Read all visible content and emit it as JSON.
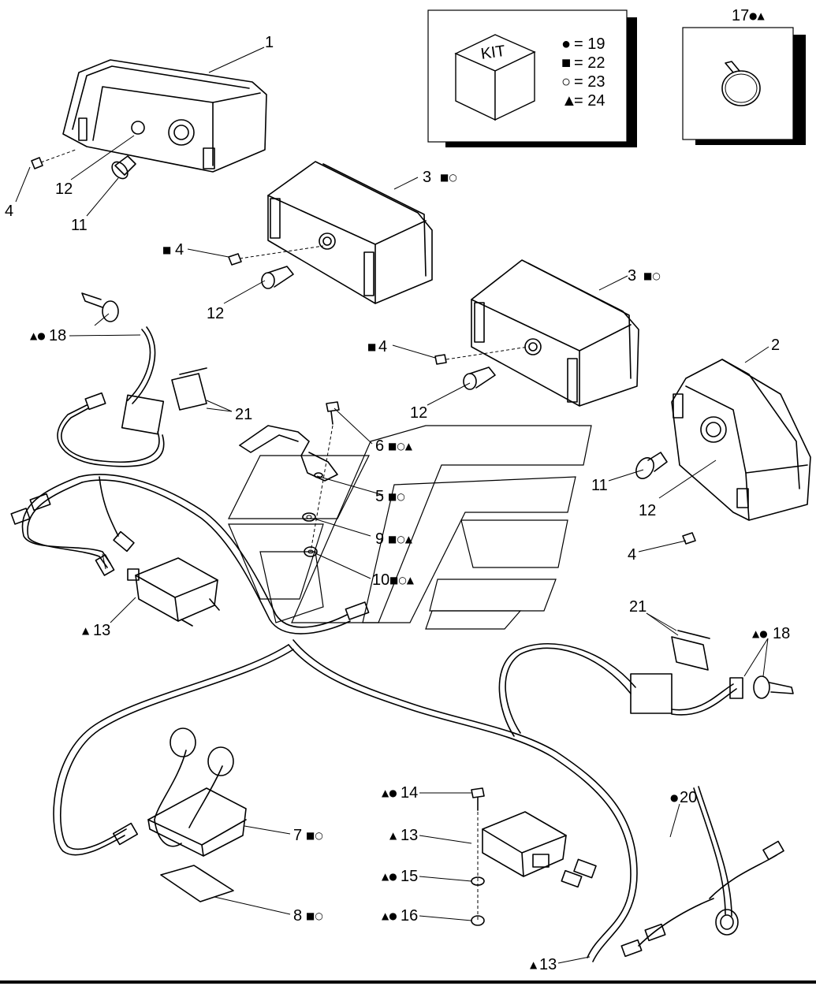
{
  "kit_legend": {
    "box_label": "KIT",
    "rows": [
      {
        "symbol": "●",
        "text": "= 19"
      },
      {
        "symbol": "■",
        "text": "= 22"
      },
      {
        "symbol": "○",
        "text": "= 23"
      },
      {
        "symbol": "▲",
        "text": "= 24"
      }
    ]
  },
  "clamp_callout": {
    "number": "17",
    "symbols": "●▲"
  },
  "callouts": [
    {
      "id": "c1",
      "num": "1",
      "sym": ""
    },
    {
      "id": "c4a",
      "num": "4",
      "sym": ""
    },
    {
      "id": "c12a",
      "num": "12",
      "sym": ""
    },
    {
      "id": "c11a",
      "num": "11",
      "sym": ""
    },
    {
      "id": "c3a",
      "num": "3",
      "sym": "■○"
    },
    {
      "id": "c4b",
      "num": "4",
      "sym": "■"
    },
    {
      "id": "c12b",
      "num": "12",
      "sym": ""
    },
    {
      "id": "c3b",
      "num": "3",
      "sym": "■○"
    },
    {
      "id": "c18a",
      "num": "18",
      "sym": "▲●"
    },
    {
      "id": "c4c",
      "num": "4",
      "sym": "■"
    },
    {
      "id": "c2",
      "num": "2",
      "sym": ""
    },
    {
      "id": "c21a",
      "num": "21",
      "sym": ""
    },
    {
      "id": "c12c",
      "num": "12",
      "sym": ""
    },
    {
      "id": "c6",
      "num": "6",
      "sym": "■○▲"
    },
    {
      "id": "c5",
      "num": "5",
      "sym": "■○"
    },
    {
      "id": "c11b",
      "num": "11",
      "sym": ""
    },
    {
      "id": "c12d",
      "num": "12",
      "sym": ""
    },
    {
      "id": "c9",
      "num": "9",
      "sym": "■○▲"
    },
    {
      "id": "c4d",
      "num": "4",
      "sym": ""
    },
    {
      "id": "c10",
      "num": "10",
      "sym": "■○▲"
    },
    {
      "id": "c13a",
      "num": "13",
      "sym": "▲"
    },
    {
      "id": "c21b",
      "num": "21",
      "sym": ""
    },
    {
      "id": "c18b",
      "num": "18",
      "sym": "▲●"
    },
    {
      "id": "c14",
      "num": "14",
      "sym": "▲●"
    },
    {
      "id": "c20",
      "num": "20",
      "sym": "●"
    },
    {
      "id": "c7",
      "num": "7",
      "sym": "■○"
    },
    {
      "id": "c13b",
      "num": "13",
      "sym": "▲"
    },
    {
      "id": "c15",
      "num": "15",
      "sym": "▲●"
    },
    {
      "id": "c8",
      "num": "8",
      "sym": "■○"
    },
    {
      "id": "c16",
      "num": "16",
      "sym": "▲●"
    },
    {
      "id": "c13c",
      "num": "13",
      "sym": "▲"
    }
  ]
}
